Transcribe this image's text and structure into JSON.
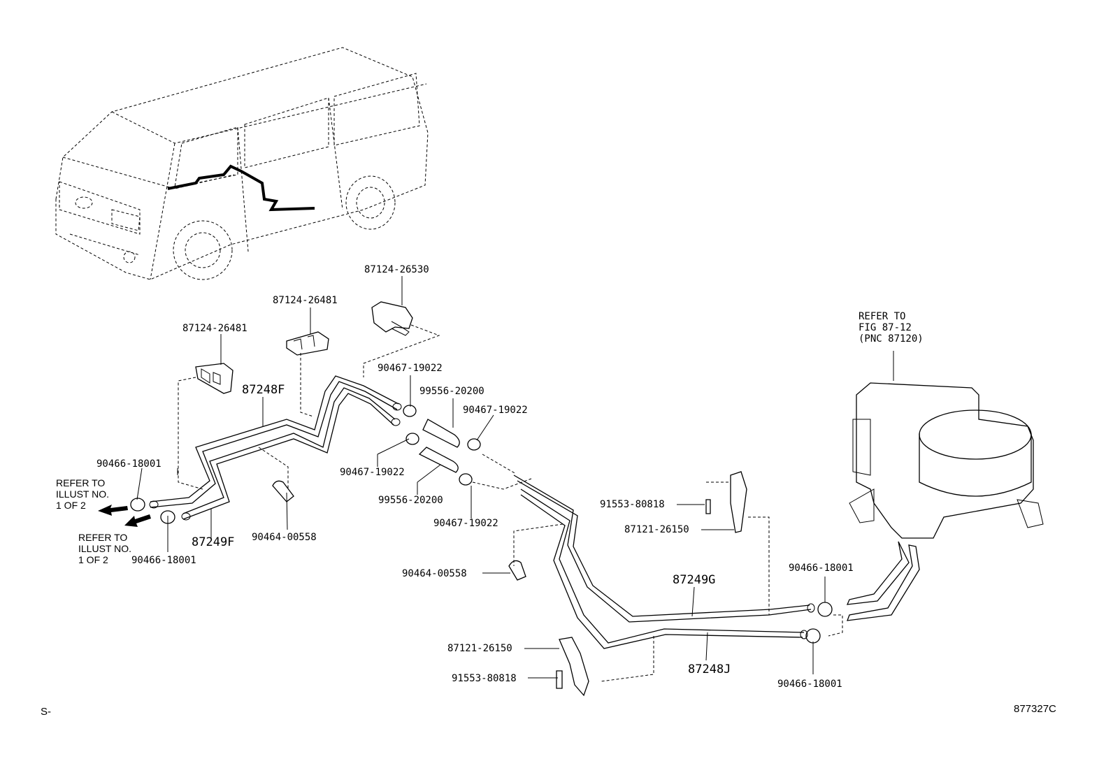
{
  "diagram": {
    "figure_code": "877327C",
    "corner_mark": "S-",
    "refer_main": "REFER TO\nFIG 87-12\n(PNC 87120)",
    "refer_illust": "REFER TO\nILLUST NO.\n1 OF 2",
    "parts": {
      "bracket_a": "87124-26481",
      "bracket_b": "87124-26481",
      "bracket_c": "87124-26530",
      "pipe_87248F": "87248F",
      "pipe_87249F": "87249F",
      "pipe_87249G": "87249G",
      "pipe_87248J": "87248J",
      "clamp_90466_a": "90466-18001",
      "clamp_90466_b": "90466-18001",
      "clamp_90466_c": "90466-18001",
      "clamp_90466_d": "90466-18001",
      "clamp_90467_a": "90467-19022",
      "clamp_90467_b": "90467-19022",
      "clamp_90467_c": "90467-19022",
      "clamp_90467_d": "90467-19022",
      "hose_99556_a": "99556-20200",
      "hose_99556_b": "99556-20200",
      "clip_90464_a": "90464-00558",
      "clip_90464_b": "90464-00558",
      "bolt_91553_a": "91553-80818",
      "bolt_91553_b": "91553-80818",
      "bracket_87121_a": "87121-26150",
      "bracket_87121_b": "87121-26150"
    }
  }
}
